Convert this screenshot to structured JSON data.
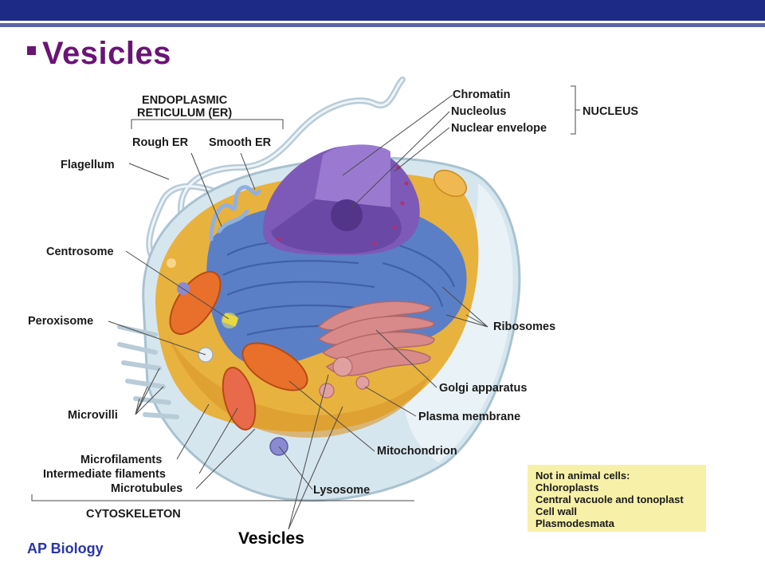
{
  "slide": {
    "title": "Vesicles",
    "footer": "AP Biology",
    "callout": "Vesicles"
  },
  "colors": {
    "top_bar": "#1d2a86",
    "top_line": "#5a64a8",
    "title": "#6a1476",
    "footer": "#2a35a8",
    "note_bg": "#f7f0a8",
    "cytoplasm": "#e8b23e",
    "er": "#5b7fc6",
    "nucleus": "#7d5ab8",
    "mitochondrion": "#e8702a",
    "golgi": "#d88a8a",
    "membrane": "#cfe0ea"
  },
  "labels": {
    "er_heading": "ENDOPLASMIC\nRETICULUM (ER)",
    "rough_er": "Rough ER",
    "smooth_er": "Smooth ER",
    "flagellum": "Flagellum",
    "centrosome": "Centrosome",
    "peroxisome": "Peroxisome",
    "microvilli": "Microvilli",
    "microfilaments": "Microfilaments",
    "intermediate_filaments": "Intermediate filaments",
    "microtubules": "Microtubules",
    "cytoskeleton": "CYTOSKELETON",
    "chromatin": "Chromatin",
    "nucleolus": "Nucleolus",
    "nuclear_envelope": "Nuclear envelope",
    "nucleus": "NUCLEUS",
    "ribosomes": "Ribosomes",
    "golgi": "Golgi apparatus",
    "plasma_membrane": "Plasma membrane",
    "mitochondrion": "Mitochondrion",
    "lysosome": "Lysosome"
  },
  "note": {
    "heading": "Not in animal cells:",
    "items": [
      "Chloroplasts",
      "Central vacuole and tonoplast",
      "Cell wall",
      "Plasmodesmata"
    ]
  }
}
